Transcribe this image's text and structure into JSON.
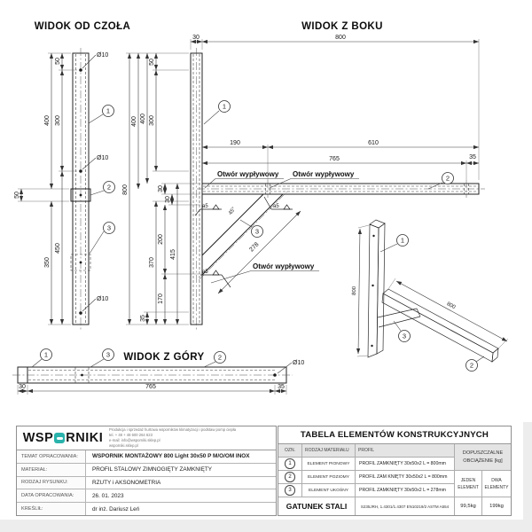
{
  "drawing": {
    "front": {
      "title": "WIDOK OD CZOŁA",
      "d400": "400",
      "d350": "350",
      "d50": "50",
      "d300": "300",
      "d450": "450",
      "d50b": "50"
    },
    "side": {
      "title": "WIDOK Z BOKU",
      "w30": "30",
      "arm800": "800",
      "h800": "800",
      "v400a": "400",
      "v400b": "400",
      "v50": "50",
      "v300": "300",
      "v370": "370",
      "v30a": "30",
      "v30b": "30",
      "v200": "200",
      "v170": "170",
      "v415": "415",
      "v35b": "35",
      "d190": "190",
      "d610": "610",
      "d765": "765",
      "d35": "35",
      "brace": "278",
      "angle": "45°"
    },
    "top": {
      "title": "WIDOK Z GÓRY",
      "d30": "30",
      "d765": "765",
      "d35": "35"
    },
    "axon": {
      "post": "800",
      "arm": "800"
    },
    "common": {
      "hole": "Ø10",
      "weld": "a5",
      "outflow": "Otwór wypływowy",
      "b1": "1",
      "b2": "2",
      "b3": "3"
    }
  },
  "titleblock": {
    "logo_left": "WSP",
    "logo_right": "RNIKI",
    "company_line1": "Produkcja i sprzedaż hurtowa wsporników klimatyzacji i podstaw pomp ciepła",
    "company_line2": "tel. + 48 + 48 600 264 623",
    "company_line3": "e-mail: info@wsporniki.sklep.pl",
    "company_line4": "wsporniki.sklep.pl",
    "rows": [
      {
        "label": "TEMAT OPRACOWANIA:",
        "value": "WSPORNIK MONTAŻOWY 800 Light 30x50 P M/O/OM INOX"
      },
      {
        "label": "MATERIAŁ:",
        "value": "PROFIL STALOWY ZIMNOGIĘTY ZAMKNIĘTY"
      },
      {
        "label": "RODZAJ RYSUNKU:",
        "value": "RZUTY i AKSONOMETRIA"
      },
      {
        "label": "DATA OPRACOWANIA:",
        "value": "26. 01. 2023"
      },
      {
        "label": "KREŚLIŁ:",
        "value": "dr inż. Dariusz Leń"
      }
    ]
  },
  "table": {
    "title": "TABELA ELEMENTÓW KONSTRUKCYJNYCH",
    "col_ozn": "OZN.",
    "col_material": "RODZAJ MATERIAŁU",
    "col_profil": "PROFIL",
    "col_load": "DOPUSZCZALNE OBCIĄŻENIE [kg]",
    "sub_one": "JEDEN ELEMENT",
    "sub_two": "DWA ELEMENTY",
    "rows": [
      {
        "ozn": "1",
        "material": "ELEMENT PIONOWY",
        "profil": "PROFIL ZAMKNIĘTY 30x50x2 L = 800mm"
      },
      {
        "ozn": "2",
        "material": "ELEMENT POZIOMY",
        "profil": "PROFIL ZAM KNIĘTY 30x50x2 L = 800mm"
      },
      {
        "ozn": "3",
        "material": "ELEMENT UKOŚNY",
        "profil": "PROFIL ZAMKNIĘTY 30x50x2 L = 278mm"
      }
    ],
    "steel_label": "GATUNEK STALI",
    "steel_value": "S235JRH, 1.4301/1.4307 EN10219/2 ASTM A554",
    "load_one": "99,5kg",
    "load_two": "199kg"
  },
  "colors": {
    "accent": "#2ab3ac"
  }
}
